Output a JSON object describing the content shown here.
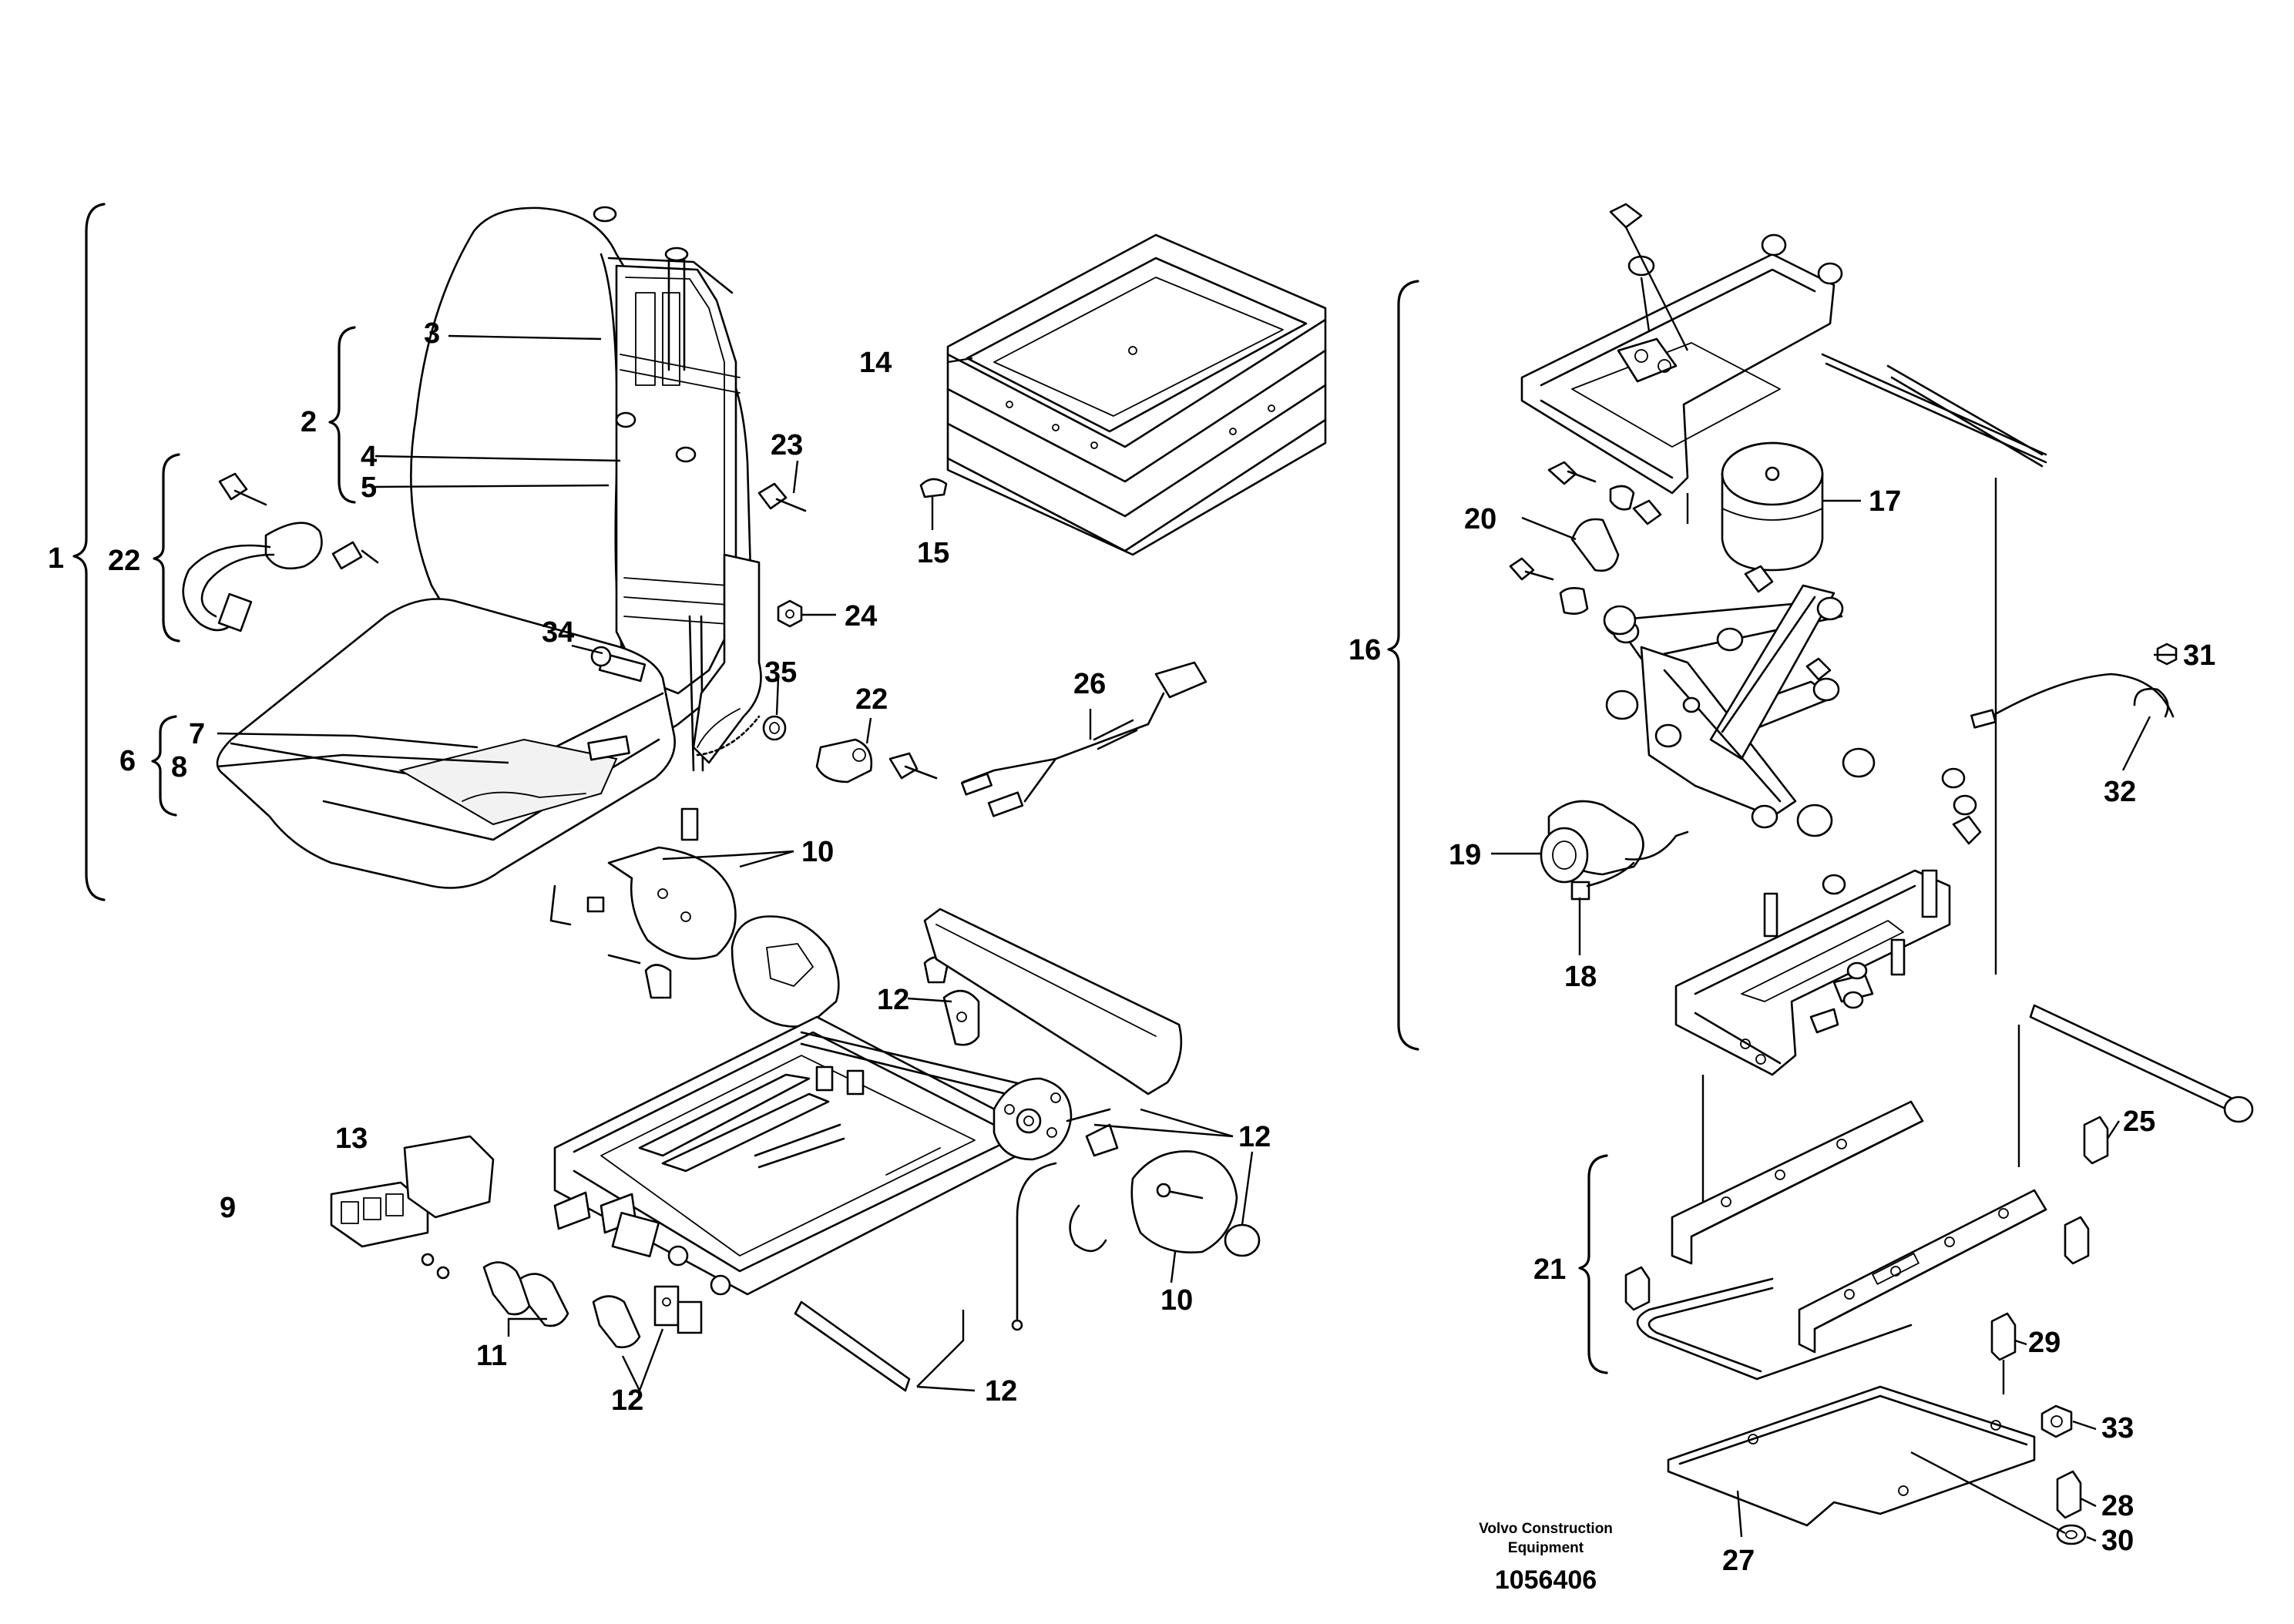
{
  "labels": {
    "l1": "1",
    "l2": "2",
    "l3": "3",
    "l4": "4",
    "l5": "5",
    "l6": "6",
    "l7": "7",
    "l8": "8",
    "l9": "9",
    "l10": "10",
    "l11": "11",
    "l12": "12",
    "l13": "13",
    "l14": "14",
    "l15": "15",
    "l16": "16",
    "l17": "17",
    "l18": "18",
    "l19": "19",
    "l20": "20",
    "l21": "21",
    "l22": "22",
    "l23": "23",
    "l24": "24",
    "l25": "25",
    "l26": "26",
    "l27": "27",
    "l28": "28",
    "l29": "29",
    "l30": "30",
    "l31": "31",
    "l32": "32",
    "l33": "33",
    "l34": "34",
    "l35": "35"
  },
  "caption": {
    "line1": "Volvo Construction",
    "line2": "Equipment",
    "figure_number": "1056406"
  }
}
